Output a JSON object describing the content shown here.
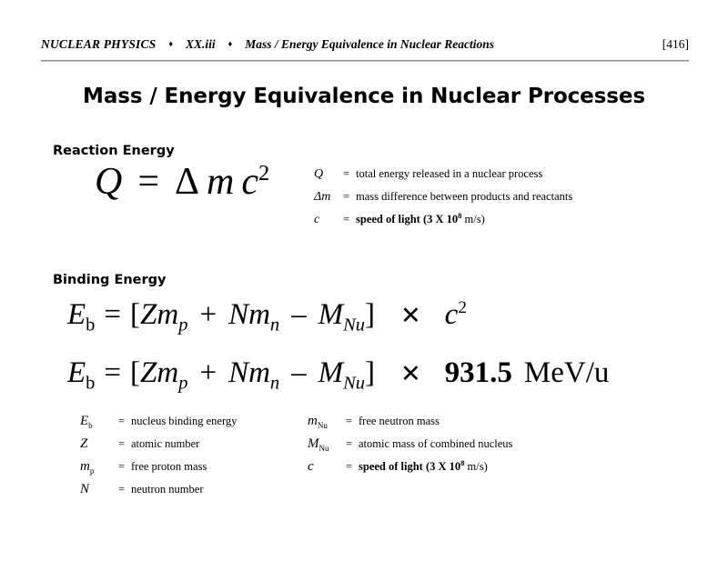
{
  "header": {
    "book_title": "NUCLEAR PHYSICS",
    "separator": "♦",
    "section": "XX.iii",
    "topic": "Mass / Energy Equivalence in Nuclear Reactions",
    "page_number": "[416]"
  },
  "title": "Mass / Energy Equivalence in Nuclear Processes",
  "sections": {
    "reaction": {
      "heading": "Reaction Energy",
      "equation": {
        "lhs": "Q",
        "equals": "=",
        "delta": "Δ",
        "mass": "m",
        "light": "c",
        "exponent": "2"
      },
      "legend": [
        {
          "symbol_main": "Q",
          "symbol_sub": "",
          "equals": "=",
          "description": "total energy released in a nuclear process"
        },
        {
          "symbol_main": "Δm",
          "symbol_sub": "",
          "equals": "=",
          "description": "mass difference between products and reactants"
        },
        {
          "symbol_main": "c",
          "symbol_sub": "",
          "equals": "=",
          "description": "speed of light (3 X 10",
          "description_sup": "8",
          "description_tail": " m/s)"
        }
      ]
    },
    "binding": {
      "heading": "Binding Energy",
      "equation_1": {
        "lhs_main": "E",
        "lhs_sub": "b",
        "equals": "=",
        "bracket_open": "[",
        "term1_main": "Z",
        "term1_m": "m",
        "term1_sub": "p",
        "plus": "+",
        "term2_main": "N",
        "term2_m": "m",
        "term2_sub": "n",
        "minus": "–",
        "term3_main": "M",
        "term3_sub": "Nu",
        "bracket_close": "]",
        "times": "✕",
        "factor": "c",
        "factor_exp": "2"
      },
      "equation_2": {
        "lhs_main": "E",
        "lhs_sub": "b",
        "equals": "=",
        "bracket_open": "[",
        "term1_main": "Z",
        "term1_m": "m",
        "term1_sub": "p",
        "plus": "+",
        "term2_main": "N",
        "term2_m": "m",
        "term2_sub": "n",
        "minus": "–",
        "term3_main": "M",
        "term3_sub": "Nu",
        "bracket_close": "]",
        "times": "✕",
        "factor": "931.5",
        "unit": "MeV/u"
      },
      "legend_left": [
        {
          "symbol_main": "E",
          "symbol_sub": "b",
          "equals": "=",
          "description": "nucleus binding energy"
        },
        {
          "symbol_main": "Z",
          "symbol_sub": "",
          "equals": "=",
          "description": "atomic number"
        },
        {
          "symbol_main": "m",
          "symbol_sub": "p",
          "equals": "=",
          "description": "free proton mass"
        },
        {
          "symbol_main": "N",
          "symbol_sub": "",
          "equals": "=",
          "description": "neutron number"
        }
      ],
      "legend_right": [
        {
          "symbol_main": "m",
          "symbol_sub": "Nu",
          "equals": "=",
          "description": "free neutron mass"
        },
        {
          "symbol_main": "M",
          "symbol_sub": "Nu",
          "equals": "=",
          "description": "atomic mass of combined nucleus"
        },
        {
          "symbol_main": "c",
          "symbol_sub": "",
          "equals": "=",
          "description": "speed of light (3 X 10",
          "description_sup": "8",
          "description_tail": " m/s)"
        }
      ]
    }
  },
  "colors": {
    "text": "#000000",
    "background": "#ffffff",
    "rule": "#8d8d8d"
  }
}
